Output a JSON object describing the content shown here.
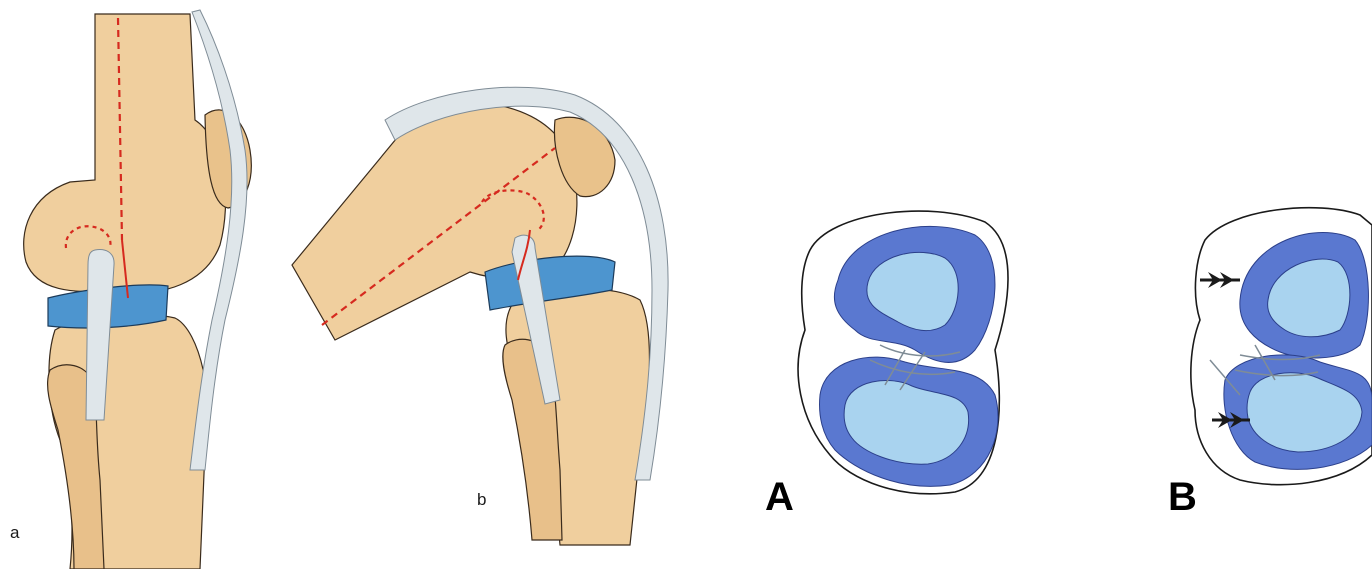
{
  "panels": {
    "a": {
      "label": "a"
    },
    "b": {
      "label": "b"
    },
    "A": {
      "label": "A"
    },
    "B": {
      "label": "B"
    }
  },
  "colors": {
    "bone": "#f0cf9e",
    "bone_shadow": "#e2b97f",
    "meniscus_knee": "#4d95cf",
    "ligament": "#dfe6ea",
    "axis_line": "#d62a1f",
    "meniscus_rim": "#5a78d0",
    "meniscus_inner": "#a9d3ef",
    "arrow": "#1a1a1a"
  },
  "icons": [
    "double-arrow-icon",
    "double-arrow-icon"
  ]
}
